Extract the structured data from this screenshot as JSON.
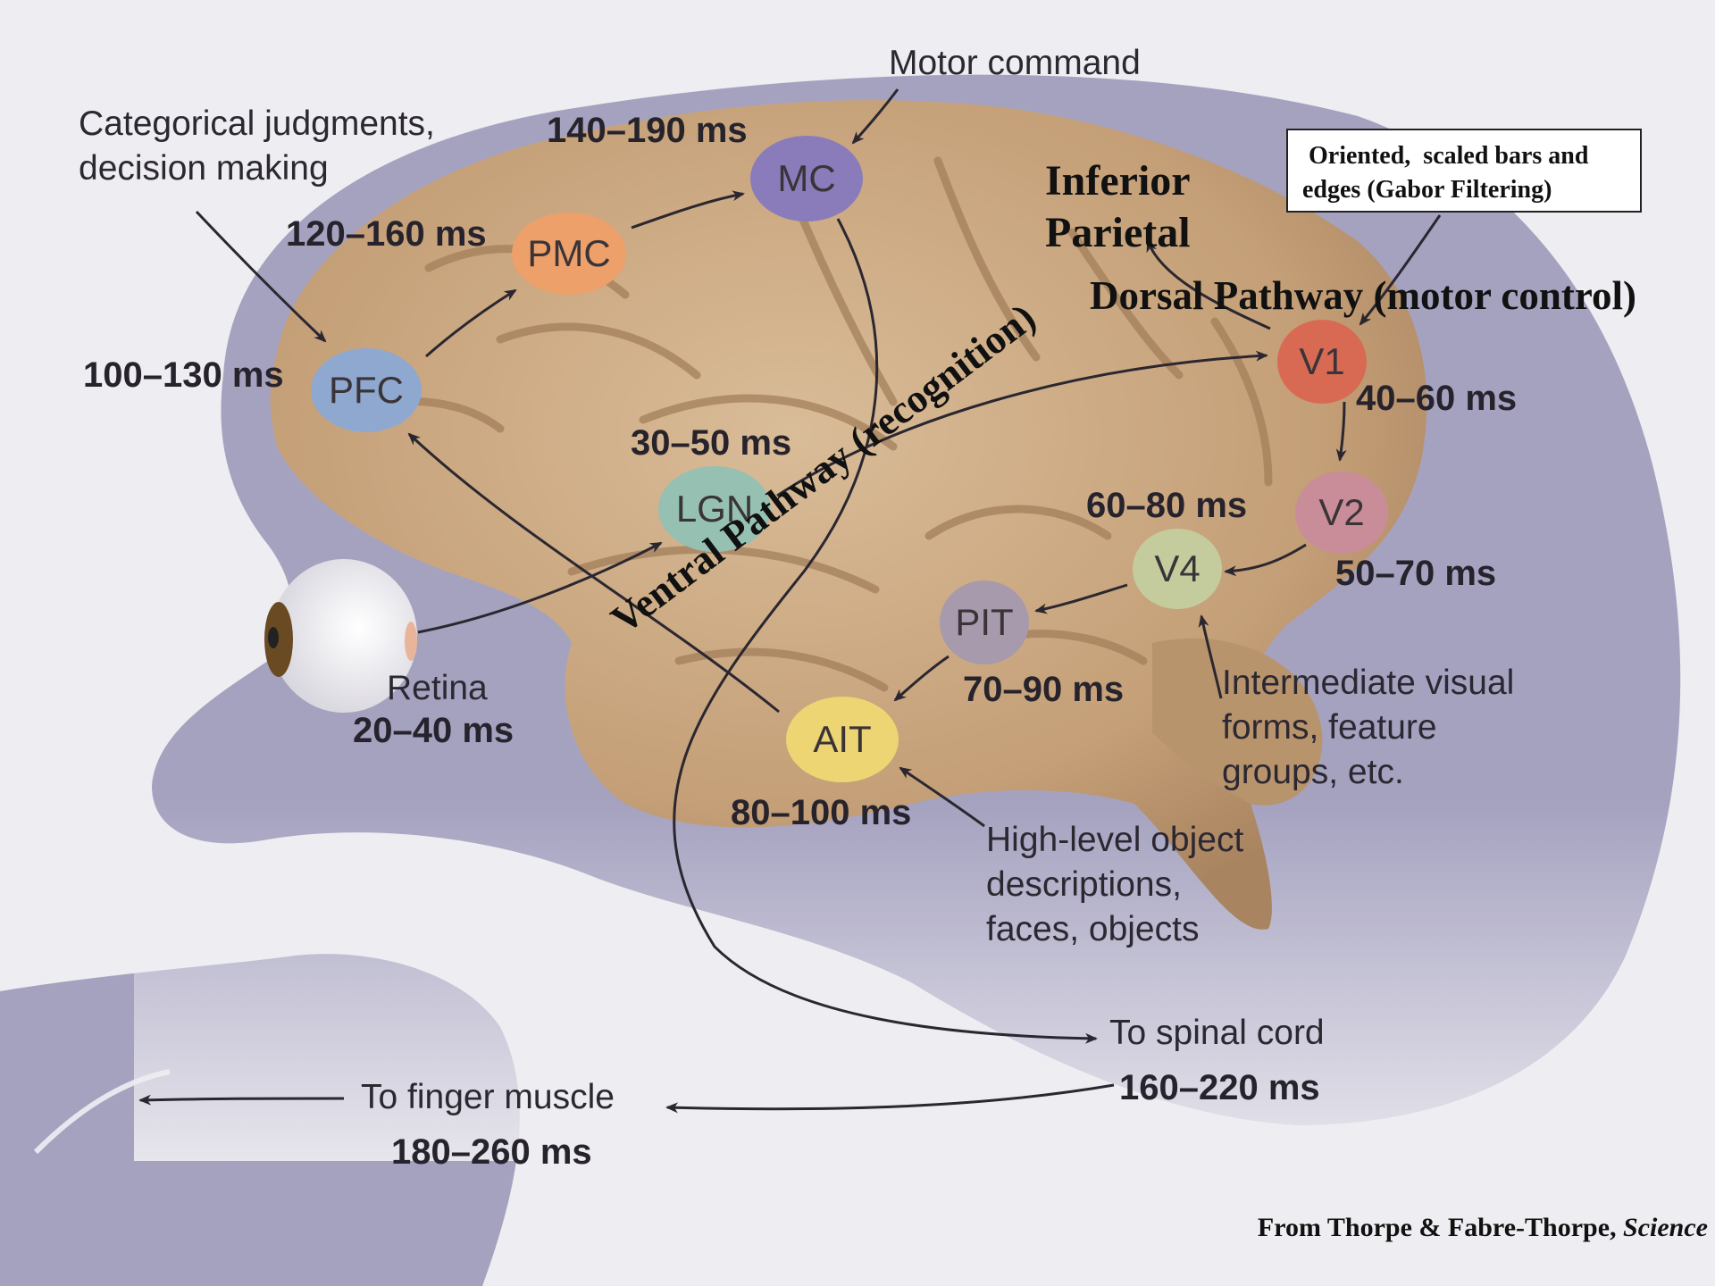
{
  "nodes": {
    "pfc": "PFC",
    "pmc": "PMC",
    "mc": "MC",
    "lgn": "LGN",
    "v1": "V1",
    "v2": "V2",
    "v4": "V4",
    "pit": "PIT",
    "ait": "AIT"
  },
  "timings": {
    "pfc": "100–130 ms",
    "pmc": "120–160 ms",
    "mc": "140–190 ms",
    "lgn": "30–50 ms",
    "v1": "40–60 ms",
    "v2": "50–70 ms",
    "v4": "60–80 ms",
    "pit": "70–90 ms",
    "ait": "80–100 ms",
    "retina": "20–40 ms",
    "spinal": "160–220 ms",
    "finger": "180–260 ms"
  },
  "labels": {
    "motor_command": "Motor command",
    "categorical": "Categorical judgments,\ndecision making",
    "retina": "Retina",
    "intermediate": "Intermediate visual\nforms, feature\ngroups, etc.",
    "high_level": "High-level object\ndescriptions,\nfaces, objects",
    "spinal_cord": "To spinal cord",
    "finger_muscle": "To finger muscle"
  },
  "overlay": {
    "inferior_parietal": "Inferior\nParietal",
    "dorsal_pathway": "Dorsal Pathway (motor control)",
    "ventral_pathway": "Ventral Pathway (recognition)",
    "gabor_box": " Oriented,  scaled bars and\nedges (Gabor Filtering)",
    "citation_prefix": "From Thorpe & Fabre-Thorpe, ",
    "citation_journal": "Science"
  },
  "colors": {
    "head_silhouette": "#a5a2c0",
    "brain": "#c4a27c",
    "pfc": "#8fa8d0",
    "pmc": "#eda06a",
    "mc": "#8a7cba",
    "lgn": "#95c0b2",
    "v1": "#d86a54",
    "v2": "#c98d9a",
    "v4": "#c4cc9e",
    "pit": "#a79aac",
    "ait": "#ecd572"
  }
}
